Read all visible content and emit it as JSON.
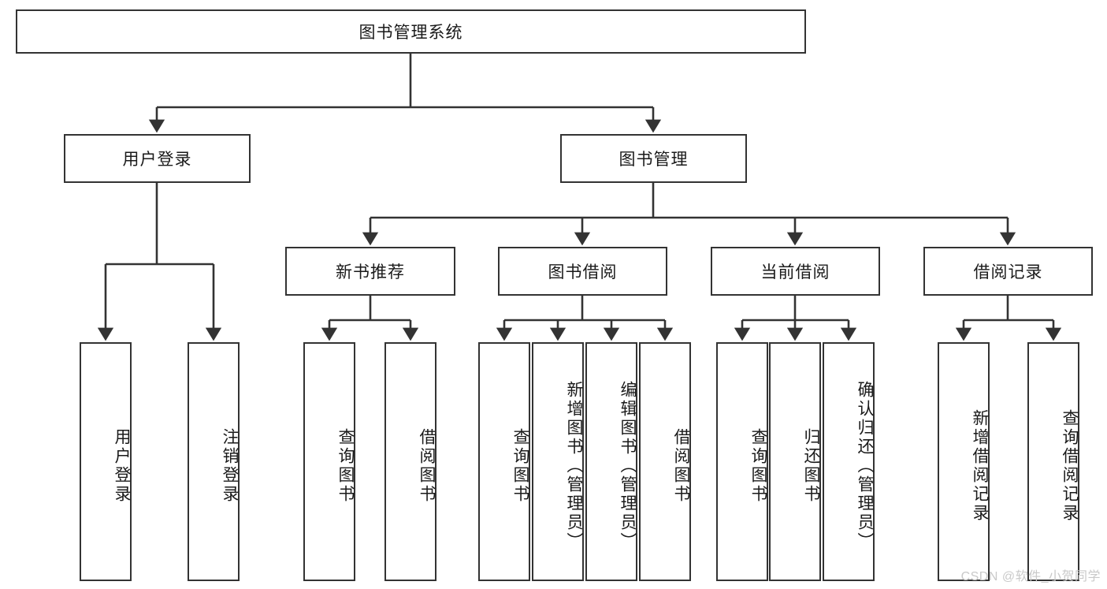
{
  "diagram": {
    "type": "tree-hierarchy",
    "title": "图书管理系统",
    "watermark": "CSDN @软件_小贺同学",
    "colors": {
      "background": "#ffffff",
      "node_border": "#333333",
      "node_fill": "#ffffff",
      "text": "#1a1a1a",
      "edge": "#333333",
      "watermark": "#c9c9c9"
    },
    "nodes": {
      "root": {
        "label": "图书管理系统",
        "level": 1,
        "orientation": "horizontal"
      },
      "l2": [
        {
          "id": "user-login",
          "label": "用户登录",
          "level": 2,
          "orientation": "horizontal"
        },
        {
          "id": "book-manage",
          "label": "图书管理",
          "level": 2,
          "orientation": "horizontal"
        }
      ],
      "l3": [
        {
          "id": "new-book-rec",
          "label": "新书推荐",
          "level": 3,
          "orientation": "horizontal"
        },
        {
          "id": "book-borrow",
          "label": "图书借阅",
          "level": 3,
          "orientation": "horizontal"
        },
        {
          "id": "current-borrow",
          "label": "当前借阅",
          "level": 3,
          "orientation": "horizontal"
        },
        {
          "id": "borrow-record",
          "label": "借阅记录",
          "level": 3,
          "orientation": "horizontal"
        }
      ],
      "leaves": [
        {
          "id": "leaf-user-login",
          "label": "用户登录",
          "parent": "user-login",
          "orientation": "vertical"
        },
        {
          "id": "leaf-user-logout",
          "label": "注销登录",
          "parent": "user-login",
          "orientation": "vertical"
        },
        {
          "id": "leaf-rec-query-book",
          "label": "查询图书",
          "parent": "new-book-rec",
          "orientation": "vertical"
        },
        {
          "id": "leaf-rec-borrow-book",
          "label": "借阅图书",
          "parent": "new-book-rec",
          "orientation": "vertical"
        },
        {
          "id": "leaf-borrow-query-book",
          "label": "查询图书",
          "parent": "book-borrow",
          "orientation": "vertical"
        },
        {
          "id": "leaf-borrow-add-book",
          "label": "新增图书（管理员）",
          "parent": "book-borrow",
          "orientation": "vertical"
        },
        {
          "id": "leaf-borrow-edit-book",
          "label": "编辑图书（管理员）",
          "parent": "book-borrow",
          "orientation": "vertical"
        },
        {
          "id": "leaf-borrow-borrow-book",
          "label": "借阅图书",
          "parent": "book-borrow",
          "orientation": "vertical"
        },
        {
          "id": "leaf-current-query-book",
          "label": "查询图书",
          "parent": "current-borrow",
          "orientation": "vertical"
        },
        {
          "id": "leaf-current-return-book",
          "label": "归还图书",
          "parent": "current-borrow",
          "orientation": "vertical"
        },
        {
          "id": "leaf-current-confirm-return",
          "label": "确认归还（管理员）",
          "parent": "current-borrow",
          "orientation": "vertical"
        },
        {
          "id": "leaf-record-add",
          "label": "新增借阅记录",
          "parent": "borrow-record",
          "orientation": "vertical"
        },
        {
          "id": "leaf-record-query",
          "label": "查询借阅记录",
          "parent": "borrow-record",
          "orientation": "vertical"
        }
      ]
    }
  }
}
